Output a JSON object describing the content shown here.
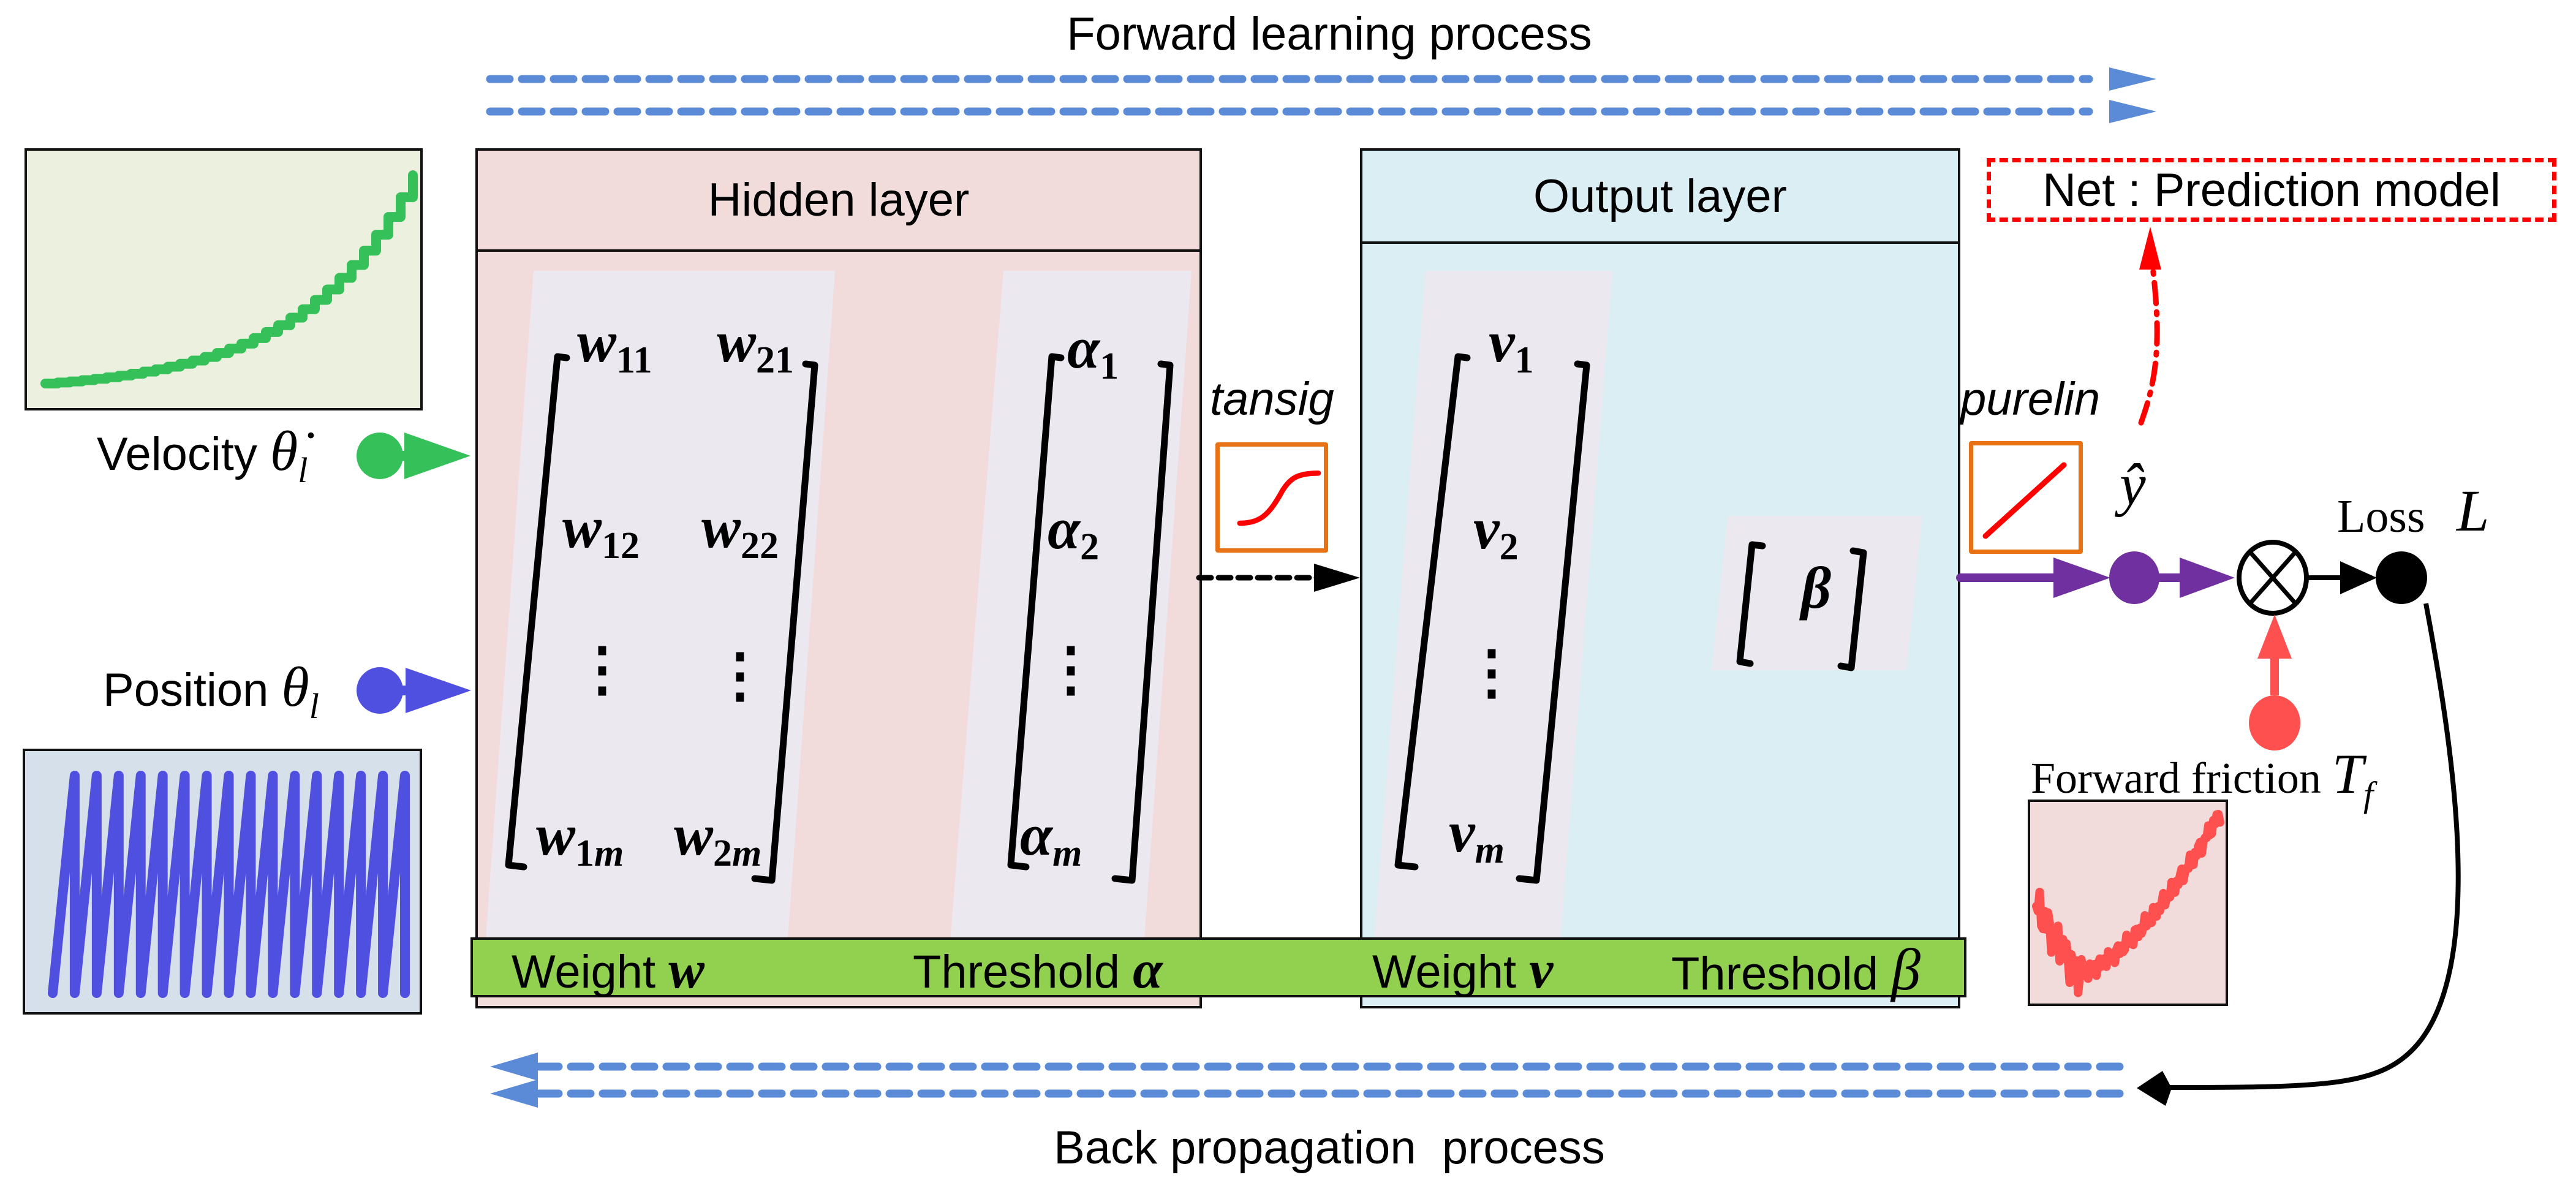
{
  "title_forward": "Forward learning process",
  "title_back": "Back propagation  process",
  "inputs": {
    "velocity": {
      "label": "Velocity",
      "symbol": "θ̇",
      "subscript": "l",
      "color": "#35c05a"
    },
    "position": {
      "label": "Position",
      "symbol": "θ",
      "subscript": "l",
      "color": "#5050e0"
    }
  },
  "hidden_layer": {
    "title": "Hidden layer",
    "weight_matrix": {
      "rows": [
        [
          {
            "base": "w",
            "sub": "11"
          },
          {
            "base": "w",
            "sub": "21"
          }
        ],
        [
          {
            "base": "w",
            "sub": "12"
          },
          {
            "base": "w",
            "sub": "22"
          }
        ],
        [
          {
            "base": "w",
            "sub": "1",
            "sub_it": "m"
          },
          {
            "base": "w",
            "sub": "2",
            "sub_it": "m"
          }
        ]
      ]
    },
    "threshold_vector": [
      {
        "base": "α",
        "sub": "1"
      },
      {
        "base": "α",
        "sub": "2"
      },
      {
        "base": "α",
        "sub_it": "m"
      }
    ],
    "weight_label": "Weight",
    "weight_symbol": "w",
    "threshold_label": "Threshold",
    "threshold_symbol": "α",
    "color": "#f2dcdb"
  },
  "activation_hidden": {
    "label": "tansig",
    "icon": "sigmoid-curve-icon"
  },
  "output_layer": {
    "title": "Output layer",
    "weight_vector": [
      {
        "base": "v",
        "sub": "1"
      },
      {
        "base": "v",
        "sub": "2"
      },
      {
        "base": "v",
        "sub_it": "m"
      }
    ],
    "bias": "β",
    "weight_label": "Weight",
    "weight_symbol": "v",
    "threshold_label": "Threshold",
    "threshold_symbol": "β",
    "color": "#dbeef4"
  },
  "activation_output": {
    "label": "purelin",
    "icon": "linear-line-icon"
  },
  "prediction_box": {
    "label": "Net : Prediction model",
    "color": "#ff0000"
  },
  "prediction_symbol": "ŷ",
  "loss": {
    "label": "Loss",
    "symbol": "L"
  },
  "friction": {
    "label": "Forward friction",
    "symbol": "T",
    "subscript": "f",
    "color": "#ff5050"
  },
  "colors": {
    "arrow_blue": "#5b8bd6",
    "green_bar": "#92d050",
    "purple": "#7030a0",
    "orange": "#e97112",
    "matrix_bg": "#ebe8f0",
    "velocity_bg": "#ebf1de",
    "position_bg": "#d6e0eb",
    "friction_bg": "#f2dcdb"
  },
  "mini_charts": {
    "velocity": {
      "type": "line",
      "shape": "exponential staircase rising",
      "steps": 30
    },
    "position": {
      "type": "line",
      "shape": "sawtooth",
      "cycles": 16
    },
    "friction": {
      "type": "line",
      "shape": "noisy dip then rising"
    }
  }
}
